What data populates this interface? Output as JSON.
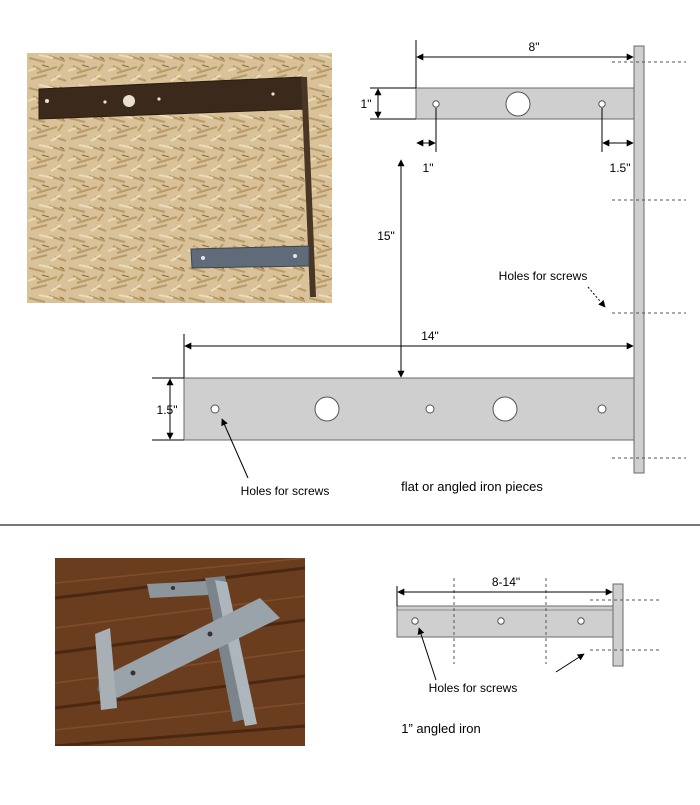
{
  "top_diagram": {
    "dim_upper_width": "8\"",
    "dim_upper_height": "1\"",
    "dim_hole_offset_left": "1\"",
    "dim_hole_offset_right": "1.5\"",
    "dim_vertical_gap": "15\"",
    "dim_lower_width": "14\"",
    "dim_lower_height": "1.5\"",
    "label_holes_right": "Holes for screws",
    "label_holes_lower": "Holes for screws",
    "caption": "flat or angled iron pieces"
  },
  "bottom_diagram": {
    "dim_width": "8-14\"",
    "label_holes": "Holes for screws",
    "caption": "1” angled iron"
  },
  "photos": {
    "top": "photo of flat iron shelf bracket on particle board",
    "bottom": "photo of angled iron shelf brackets on wooden table"
  },
  "colors": {
    "iron_fill": "#cfcfcf",
    "iron_stroke": "#6a6a6a",
    "divider": "#777777"
  }
}
